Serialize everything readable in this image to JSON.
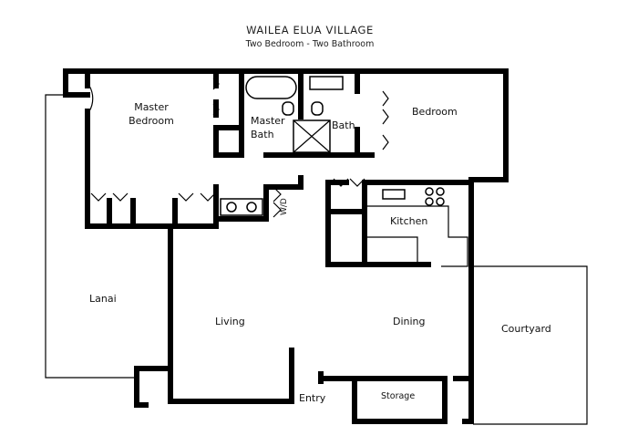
{
  "title": "WAILEA ELUA VILLAGE",
  "subtitle": "Two Bedroom - Two Bathroom",
  "rooms": {
    "master_bedroom_line1": "Master",
    "master_bedroom_line2": "Bedroom",
    "master_bath_line1": "Master",
    "master_bath_line2": "Bath",
    "bath": "Bath",
    "bedroom": "Bedroom",
    "washer_dryer": "W/D",
    "kitchen": "Kitchen",
    "lanai": "Lanai",
    "living": "Living",
    "dining": "Dining",
    "courtyard": "Courtyard",
    "entry": "Entry",
    "storage": "Storage"
  }
}
